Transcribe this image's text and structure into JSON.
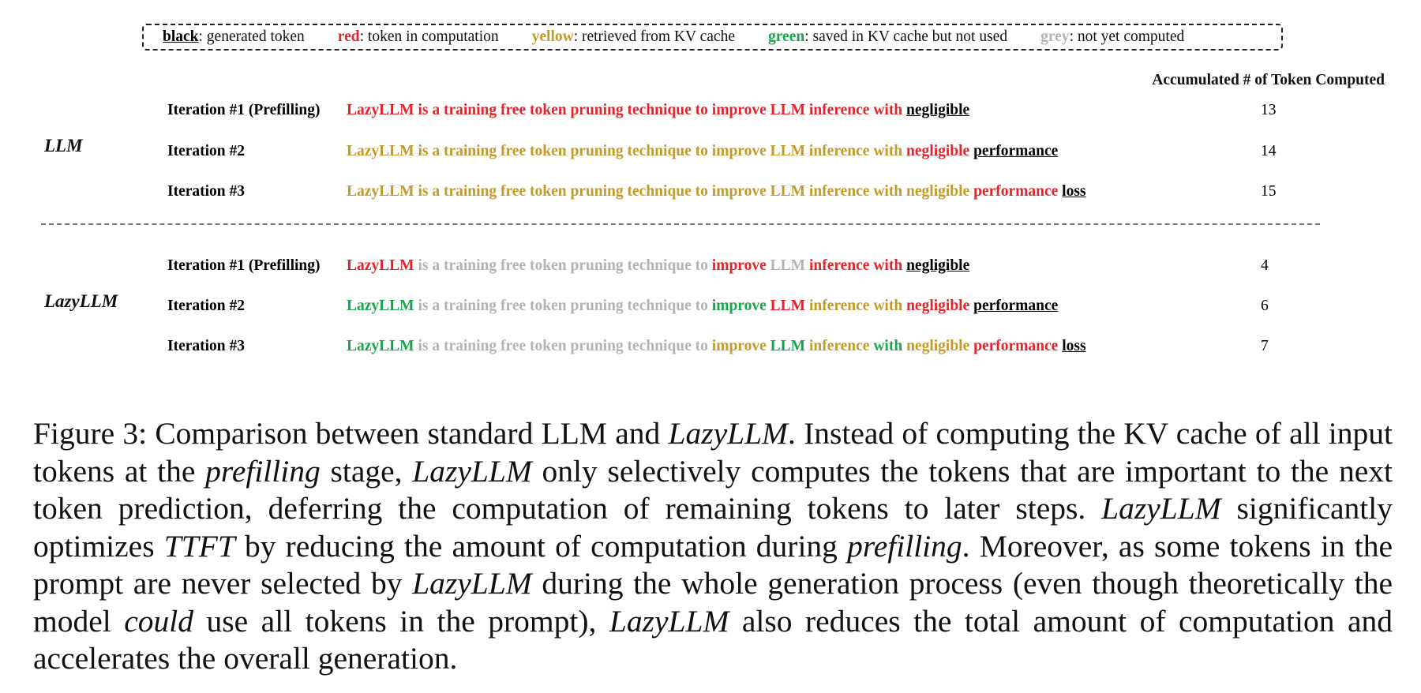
{
  "legend": {
    "black_key": "black",
    "black_desc": ": generated token",
    "red_key": "red",
    "red_desc": ": token in computation",
    "yellow_key": "yellow",
    "yellow_desc": ": retrieved from KV cache",
    "green_key": "green",
    "green_desc": ": saved in KV cache but not used",
    "grey_key": "grey",
    "grey_desc": ": not yet computed"
  },
  "column_header": "Accumulated # of Token Computed",
  "colors": {
    "red": "#e8222a",
    "yellow": "#c49a27",
    "green": "#1aa54d",
    "grey": "#b3b3b3",
    "black": "#000000"
  },
  "groups": [
    {
      "label": "LLM",
      "rows": [
        {
          "label": "Iteration #1 (Prefilling)",
          "count": "13",
          "tokens": [
            {
              "t": "LazyLLM is a training free token pruning technique to improve LLM inference with",
              "c": "red"
            },
            {
              "t": "negligible",
              "c": "black"
            }
          ]
        },
        {
          "label": "Iteration #2",
          "count": "14",
          "tokens": [
            {
              "t": "LazyLLM is a training free token pruning technique to improve LLM inference with",
              "c": "yellow"
            },
            {
              "t": "negligible",
              "c": "red"
            },
            {
              "t": "performance",
              "c": "black"
            }
          ]
        },
        {
          "label": "Iteration #3",
          "count": "15",
          "tokens": [
            {
              "t": "LazyLLM is a training free token pruning technique to improve LLM inference with negligible",
              "c": "yellow"
            },
            {
              "t": "performance",
              "c": "red"
            },
            {
              "t": "loss",
              "c": "black"
            }
          ]
        }
      ]
    },
    {
      "label": "LazyLLM",
      "rows": [
        {
          "label": "Iteration #1 (Prefilling)",
          "count": "4",
          "tokens": [
            {
              "t": "LazyLLM",
              "c": "red"
            },
            {
              "t": "is a training free token pruning technique to",
              "c": "grey"
            },
            {
              "t": "improve",
              "c": "red"
            },
            {
              "t": "LLM",
              "c": "grey"
            },
            {
              "t": "inference with",
              "c": "red"
            },
            {
              "t": "negligible",
              "c": "black"
            }
          ]
        },
        {
          "label": "Iteration #2",
          "count": "6",
          "tokens": [
            {
              "t": "LazyLLM",
              "c": "green"
            },
            {
              "t": "is a training free token pruning technique to",
              "c": "grey"
            },
            {
              "t": "improve",
              "c": "green"
            },
            {
              "t": "LLM",
              "c": "red"
            },
            {
              "t": "inference with",
              "c": "yellow"
            },
            {
              "t": "negligible",
              "c": "red"
            },
            {
              "t": "performance",
              "c": "black"
            }
          ]
        },
        {
          "label": "Iteration #3",
          "count": "7",
          "tokens": [
            {
              "t": "LazyLLM",
              "c": "green"
            },
            {
              "t": "is a training free token pruning technique to",
              "c": "grey"
            },
            {
              "t": "improve",
              "c": "yellow"
            },
            {
              "t": "LLM",
              "c": "green"
            },
            {
              "t": "inference",
              "c": "yellow"
            },
            {
              "t": "with",
              "c": "green"
            },
            {
              "t": "negligible",
              "c": "yellow"
            },
            {
              "t": "performance",
              "c": "red"
            },
            {
              "t": "loss",
              "c": "black"
            }
          ]
        }
      ]
    }
  ],
  "caption": [
    {
      "t": "Figure 3: Comparison between standard LLM and "
    },
    {
      "t": "LazyLLM",
      "i": true
    },
    {
      "t": ". Instead of computing the KV cache of all input tokens at the "
    },
    {
      "t": "prefilling",
      "i": true
    },
    {
      "t": " stage, "
    },
    {
      "t": "LazyLLM",
      "i": true
    },
    {
      "t": " only selectively computes the tokens that are important to the next token prediction, deferring the computation of remaining tokens to later steps. "
    },
    {
      "t": "LazyLLM",
      "i": true
    },
    {
      "t": " significantly optimizes "
    },
    {
      "t": "TTFT",
      "i": true
    },
    {
      "t": " by reducing the amount of computation during "
    },
    {
      "t": "prefilling",
      "i": true
    },
    {
      "t": ". Moreover, as some tokens in the prompt are never selected by "
    },
    {
      "t": "LazyLLM",
      "i": true
    },
    {
      "t": " during the whole generation process (even though theoretically the model "
    },
    {
      "t": "could",
      "i": true
    },
    {
      "t": " use all tokens in the prompt), "
    },
    {
      "t": "LazyLLM",
      "i": true
    },
    {
      "t": " also reduces the total amount of computation and accelerates the overall generation."
    }
  ]
}
